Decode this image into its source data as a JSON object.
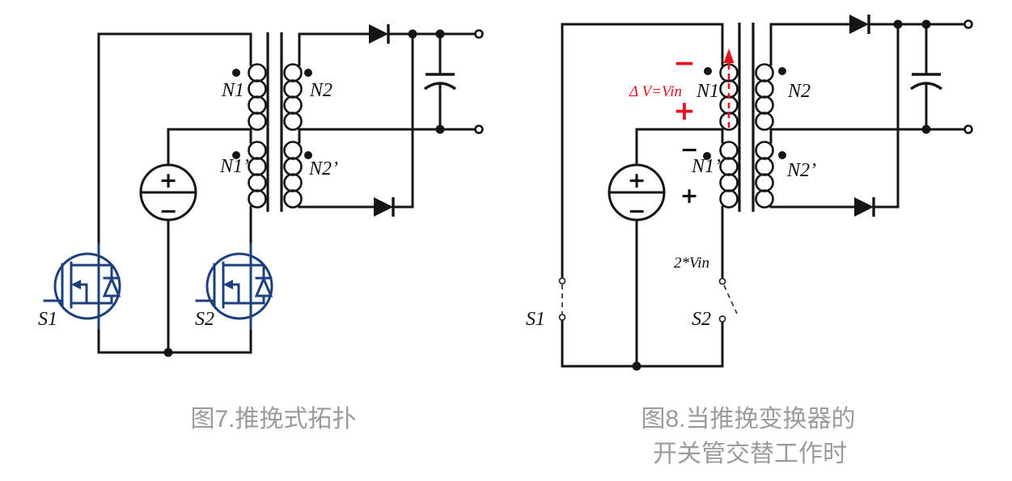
{
  "colors": {
    "wire": "#151515",
    "device": "#1e3f7e",
    "accent": "#e8111d",
    "caption": "#9b9b9b"
  },
  "figure7": {
    "caption": "图7.推挽式拓扑",
    "windings": {
      "n1": "N1",
      "n2": "N2",
      "n1p": "N1’",
      "n2p": "N2’"
    },
    "switches": {
      "s1": "S1",
      "s2": "S2"
    },
    "source": {
      "plus": "+",
      "minus": "−"
    }
  },
  "figure8": {
    "caption_line1": "图8.当推挽变换器的",
    "caption_line2": "开关管交替工作时",
    "windings": {
      "n1": "N1",
      "n2": "N2",
      "n1p": "N1’",
      "n2p": "N2’"
    },
    "switches": {
      "s1": "S1",
      "s2": "S2"
    },
    "source": {
      "plus": "+",
      "minus": "−"
    },
    "annotations": {
      "winding_minus": "−",
      "winding_plus": "+",
      "delta_v": "Δ V=Vin",
      "n1p_minus": "−",
      "n1p_plus": "+",
      "double_vin": "2*Vin"
    }
  }
}
